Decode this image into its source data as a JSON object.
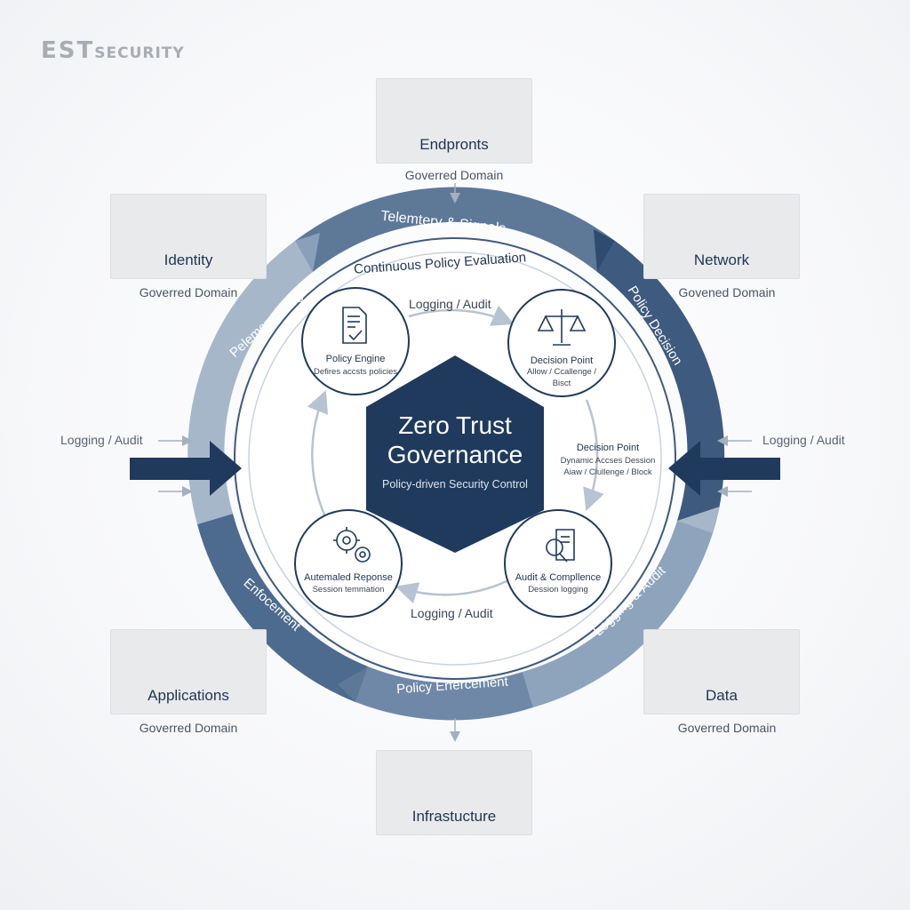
{
  "logo": {
    "text_big": "EST",
    "text_small": "SECURITY"
  },
  "hub": {
    "title_line1": "Zero Trust",
    "title_line2": "Governance",
    "subtitle": "Policy-driven Security Control"
  },
  "outer_ring": {
    "top": "Telemtery & Signals",
    "left": "Pelemery & Sigur",
    "right": "Policy Decision",
    "bottom_left": "Enfocement",
    "bottom_right": "Logging & Audit",
    "bottom": "Policy Erfercement"
  },
  "inner_ring": {
    "top": "Continuous Policy Evaluation"
  },
  "inner_labels": {
    "top": "Logging / Audit",
    "bottom": "Logging / Audit"
  },
  "side_labels": {
    "left": "Logging / Audit",
    "right": "Logging / Audit"
  },
  "domains": [
    {
      "title": "Endpronts",
      "sub": "Goverred Domain",
      "icon": "desktop-mobile-icon"
    },
    {
      "title": "Identity",
      "sub": "Goverred Domain",
      "icon": "user-icon"
    },
    {
      "title": "Network",
      "sub": "Govened Domain",
      "icon": "cloud-network-icon"
    },
    {
      "title": "Applications",
      "sub": "Goverred Domain",
      "icon": "globe-cursor-icon"
    },
    {
      "title": "Data",
      "sub": "Goverred Domain",
      "icon": "database-icon"
    },
    {
      "title": "Infrastucture",
      "sub": "",
      "icon": "server-rack-icon"
    }
  ],
  "nodes": {
    "policy_engine": {
      "title": "Policy Engine",
      "sub": "Defires accsts policies",
      "icon": "document-check-icon"
    },
    "decision_point": {
      "title": "Decision Point",
      "sub_line1": "Allow / Ccallenge /",
      "sub_line2": "Bisct",
      "icon": "scales-icon"
    },
    "automated_response": {
      "title": "Autemaled Reponse",
      "sub": "Session temmation",
      "icon": "gears-icon"
    },
    "audit_compliance": {
      "title": "Audit & Compllence",
      "sub": "Dession logging",
      "icon": "audit-search-icon"
    },
    "decision_point_free": {
      "title": "Decision Point",
      "sub_line1": "Dynamic Accses Dession",
      "sub_line2": "Aiaw / Clullenge / Block"
    }
  },
  "colors": {
    "navy": "#1f3a5c",
    "mid_blue": "#5a7597",
    "light_blue": "#a9b9cc",
    "box_gray": "#e9eaec"
  }
}
